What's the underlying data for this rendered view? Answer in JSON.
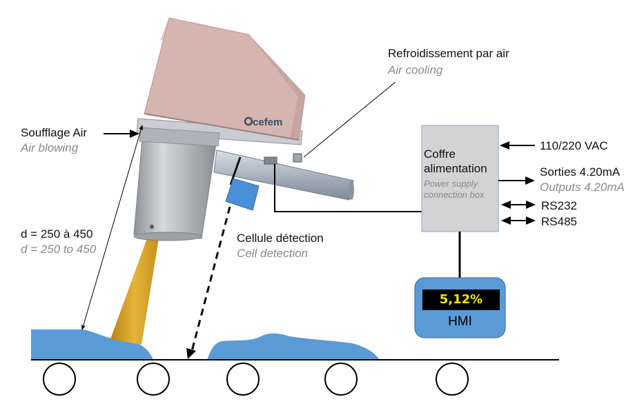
{
  "labels": {
    "cooling": "Refroidissement par air",
    "cooling_en": "Air cooling",
    "blowing": "Soufflage Air",
    "blowing_en": "Air blowing",
    "distance": "d = 250 à 450",
    "distance_en": "d = 250 to 450",
    "cell": "Cellule détection",
    "cell_en": "Cell detection",
    "power_box": "Coffre alimentation",
    "power_box_en": "Power supply connection box",
    "voltage": "110/220 VAC",
    "outputs": "Sorties 4.20mA",
    "outputs_en": "Outputs 4.20mA",
    "rs232": "RS232",
    "rs485": "RS485",
    "hmi_value": "5,12%",
    "hmi": "HMI",
    "logo": "cefem"
  },
  "colors": {
    "housing": "#d6b4b0",
    "housing_dark": "#b89591",
    "cylinder": "#b9bcbf",
    "beam": "#dca52a",
    "product": "#5b9bd5",
    "sensor": "#4a90d9",
    "box": "#d3d3d3",
    "hmi_panel": "#5b9bd5",
    "display_text": "#f2e600"
  }
}
